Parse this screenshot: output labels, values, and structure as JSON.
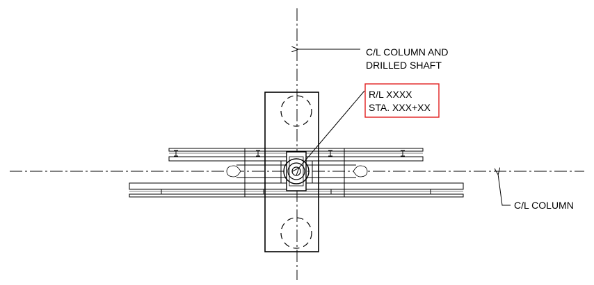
{
  "callouts": {
    "column_shaft_line1": "C/L COLUMN AND",
    "column_shaft_line2": "DRILLED SHAFT",
    "ref_line1": "R/L XXXX",
    "ref_line2": "STA. XXX+XX",
    "column": "C/L COLUMN"
  },
  "colors": {
    "ink": "#000000",
    "highlight_box": "#e02020"
  }
}
